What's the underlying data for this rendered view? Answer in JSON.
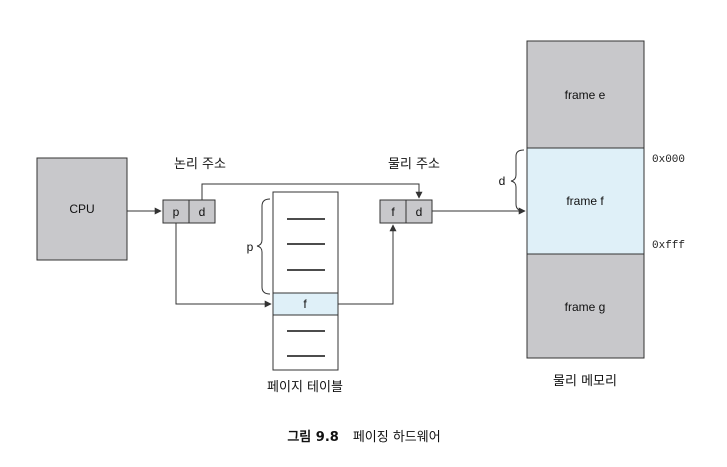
{
  "cpu": {
    "label": "CPU"
  },
  "logical_address": {
    "title": "논리 주소",
    "p": "p",
    "d": "d"
  },
  "physical_address": {
    "title": "물리 주소",
    "f": "f",
    "d": "d"
  },
  "page_table": {
    "title": "페이지 테이블",
    "entry": "f",
    "p_label": "p"
  },
  "physical_memory": {
    "title": "물리 메모리",
    "frames": [
      {
        "label": "frame e"
      },
      {
        "label": "frame f"
      },
      {
        "label": "frame g"
      }
    ],
    "d_label": "d",
    "addr_start": "0x000",
    "addr_end": "0xfff"
  },
  "caption": {
    "number": "그림 9.8",
    "text": "페이징 하드웨어"
  },
  "colors": {
    "gray": "#c8c8cb",
    "light_blue": "#dff0f8",
    "stroke": "#333333"
  }
}
